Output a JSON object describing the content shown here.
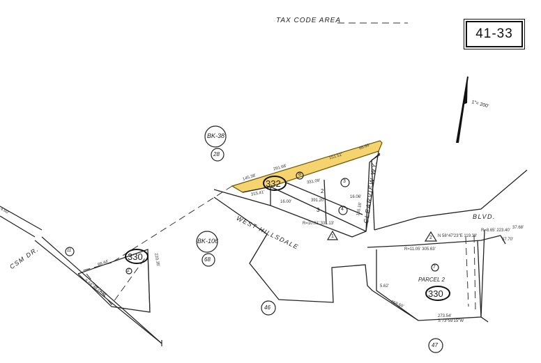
{
  "header": {
    "tax_code_area_label": "TAX CODE AREA",
    "map_page": "41-33"
  },
  "scale": {
    "text": "1\"= 200'"
  },
  "parcels": {
    "highlighted": {
      "label": "332",
      "lot": "8",
      "color": "#f2c94c"
    },
    "lot_2": "2",
    "lot_3": "3",
    "lot_3_circle": "3",
    "lot_4_circle": "4",
    "main_330": "330",
    "main_330_lot": "2",
    "parcel2_330": "330",
    "parcel2_title": "PARCEL 2",
    "parcel2_lot": "7"
  },
  "book_refs": {
    "bk38": {
      "book": "BK-38",
      "page": "28"
    },
    "bk106": {
      "book": "BK-106",
      "page": "68"
    },
    "ref_46": "46",
    "ref_47": "47",
    "ref_11": "11"
  },
  "triangles": {
    "t1": "1",
    "t2": "2"
  },
  "streets": {
    "west_hillsdale": "WEST HILLSDALE",
    "blvd": "BLVD.",
    "clearview": "CLEARVIEW WY.",
    "csm": "CSM DR."
  },
  "dimensions": {
    "d1": "145.38'",
    "d2": "291.66'",
    "d3": "151.51'",
    "d4": "66.66'",
    "d5": "315.41'",
    "d6": "331.09'",
    "d7": "391.20'",
    "d8": "16.06'",
    "d9": "R=10.01' 331.13'",
    "d10": "155.16'",
    "d11": "16.00'",
    "d12": "R=11.05' 305.63'",
    "d13": "N 58°47'23\"E 119.38'",
    "d14": "R=8.65' 223.40'",
    "d15": "37.68'",
    "d16": "37.70'",
    "d17": "268.60'",
    "d18": "273.54'",
    "d19": "S 73°59'15\"W",
    "d20": "5.62'",
    "d21": "S 64°48'29\"W",
    "d22": "88.44'",
    "d23": "220.35'",
    "d24": "4.60'"
  }
}
